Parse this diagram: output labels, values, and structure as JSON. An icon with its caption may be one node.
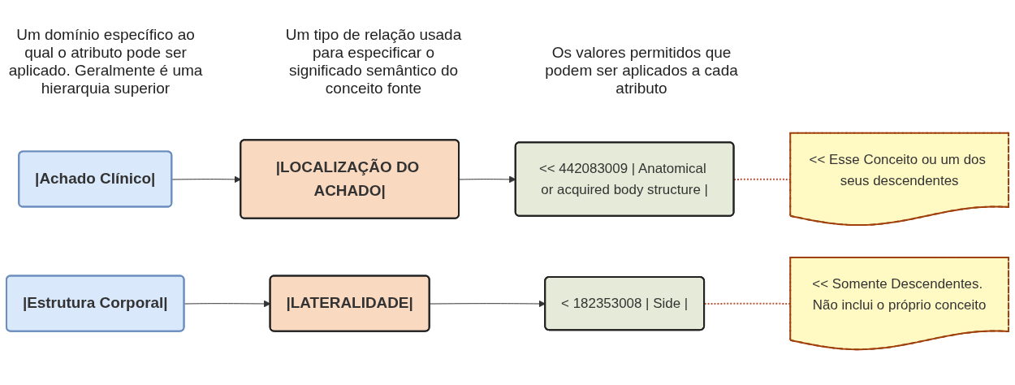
{
  "diagram": {
    "nodes": [
      {
        "text": [
          "|Achado Clínico|"
        ]
      },
      {
        "text": [
          "|LOCALIZAÇÃO DO ACHADO|"
        ]
      },
      {
        "text": [
          "<< 442083009 | Anatomical or acquired body structure |"
        ]
      },
      {
        "text": [
          "<< Esse Conceito ou um dos seus descendentes"
        ]
      },
      {
        "text": [
          "|Estrutura Corporal|"
        ]
      },
      {
        "text": [
          "|LATERALIDADE|"
        ]
      },
      {
        "text": [
          "< 182353008 | Side |"
        ]
      },
      {
        "text": [
          "<< Somente Descendentes. Não inclui o próprio conceito"
        ]
      }
    ],
    "edges": [
      {
        "from": 0,
        "to": 1,
        "arrow": "to"
      },
      {
        "from": 1,
        "to": 2,
        "arrow": "to"
      },
      {
        "from": 2,
        "to": 3,
        "arrow": "none",
        "style": "dashed",
        "color": "#b5553a"
      },
      {
        "from": 4,
        "to": 5,
        "arrow": "to"
      },
      {
        "from": 5,
        "to": 6,
        "arrow": "to"
      },
      {
        "from": 6,
        "to": 7,
        "arrow": "none",
        "style": "dashed",
        "color": "#b5553a"
      }
    ],
    "labels": [
      "Um domínio específico ao qual o atributo pode ser aplicado. Geralmente é uma hierarquia superior",
      "Um tipo de relação usada para especificar o significado semântico do conceito fonte",
      "Os valores permitidos que podem ser aplicados a cada atributo"
    ]
  }
}
